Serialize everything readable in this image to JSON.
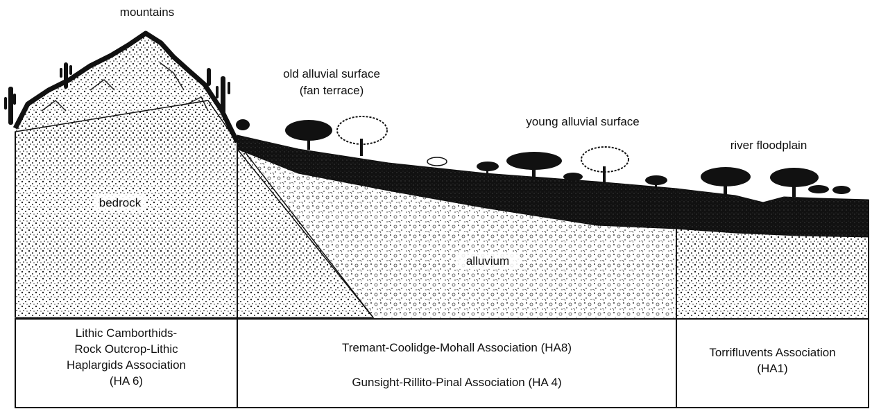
{
  "labels": {
    "mountains": "mountains",
    "old_surface_1": "old alluvial surface",
    "old_surface_2": "(fan terrace)",
    "young_surface": "young alluvial surface",
    "floodplain": "river floodplain",
    "bedrock": "bedrock",
    "alluvium": "alluvium"
  },
  "associations": {
    "left": [
      "Lithic Camborthids-",
      "Rock Outcrop-Lithic",
      "Haplargids Association",
      "(HA 6)"
    ],
    "middle": [
      "Tremant-Coolidge-Mohall Association (HA8)",
      "Gunsight-Rillito-Pinal Association (HA 4)"
    ],
    "right": [
      "Torrifluvents Association",
      "(HA1)"
    ]
  }
}
